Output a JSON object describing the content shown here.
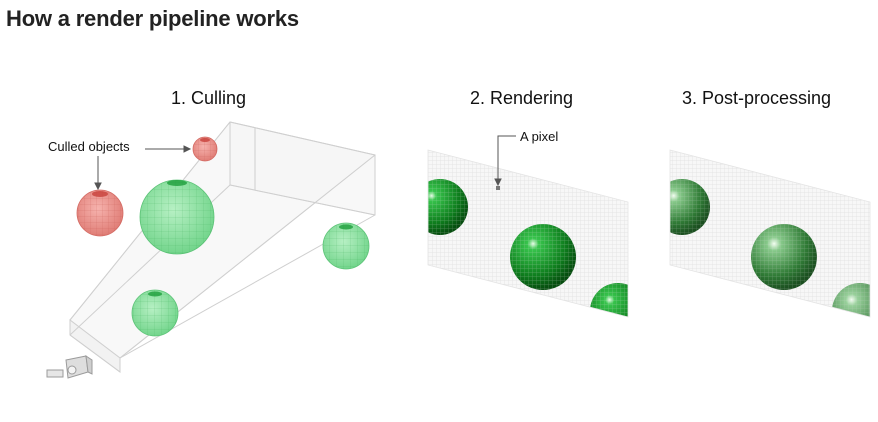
{
  "page": {
    "title": "How a render pipeline works"
  },
  "steps": [
    {
      "label": "1. Culling"
    },
    {
      "label": "2. Rendering"
    },
    {
      "label": "3. Post-processing"
    }
  ],
  "annotations": {
    "culled_objects": "Culled objects",
    "a_pixel": "A pixel"
  },
  "colors": {
    "culled": "#e57f78",
    "visible": "#7fdc96",
    "rendered_dark": "#0a5e16",
    "rendered_light": "#34c24a",
    "frustum_line": "#cccccc",
    "grid": "#e3e3e3"
  },
  "icons": {
    "camera": "camera-icon"
  }
}
